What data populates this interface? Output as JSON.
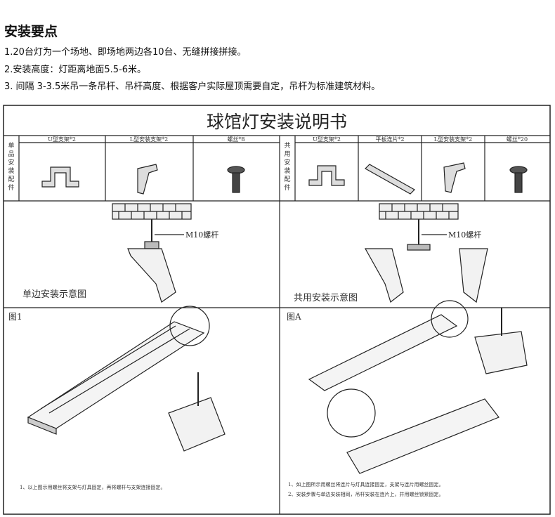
{
  "header": {
    "title": "安装要点",
    "lines": [
      "1.20台灯为一个场地、即场地两边各10台、无缝拼接拼接。",
      "2.安装高度：灯距离地面5.5-6米。",
      "3. 间隔 3-3.5米吊一条吊杆、吊杆高度、根据客户实际屋顶需要自定，吊杆为标准建筑材料。"
    ]
  },
  "sheet": {
    "title": "球馆灯安装说明书",
    "left": {
      "side_label": "单品安装配件",
      "parts": [
        "U型支架*2",
        "L型安装支架*2",
        "螺丝*8"
      ],
      "rod_label": "M10螺杆",
      "caption": "单边安装示意图",
      "fig_label": "图1",
      "note": "1、以上图示用螺丝将支架与灯具固定，再将螺杆与支架连接固定。"
    },
    "right": {
      "side_label": "共用安装配件",
      "parts": [
        "U型支架*2",
        "平板连片*2",
        "L型安装支架*2",
        "螺丝*20"
      ],
      "rod_label": "M10螺杆",
      "caption": "共用安装示意图",
      "fig_label": "图A",
      "notes": [
        "1、如上图所示用螺丝将连片与灯具连接固定，支架与连片用螺丝固定。",
        "2、安装步骤与单边安装相同，吊杆安装在连片上，并用螺丝锁紧固定。"
      ]
    }
  }
}
